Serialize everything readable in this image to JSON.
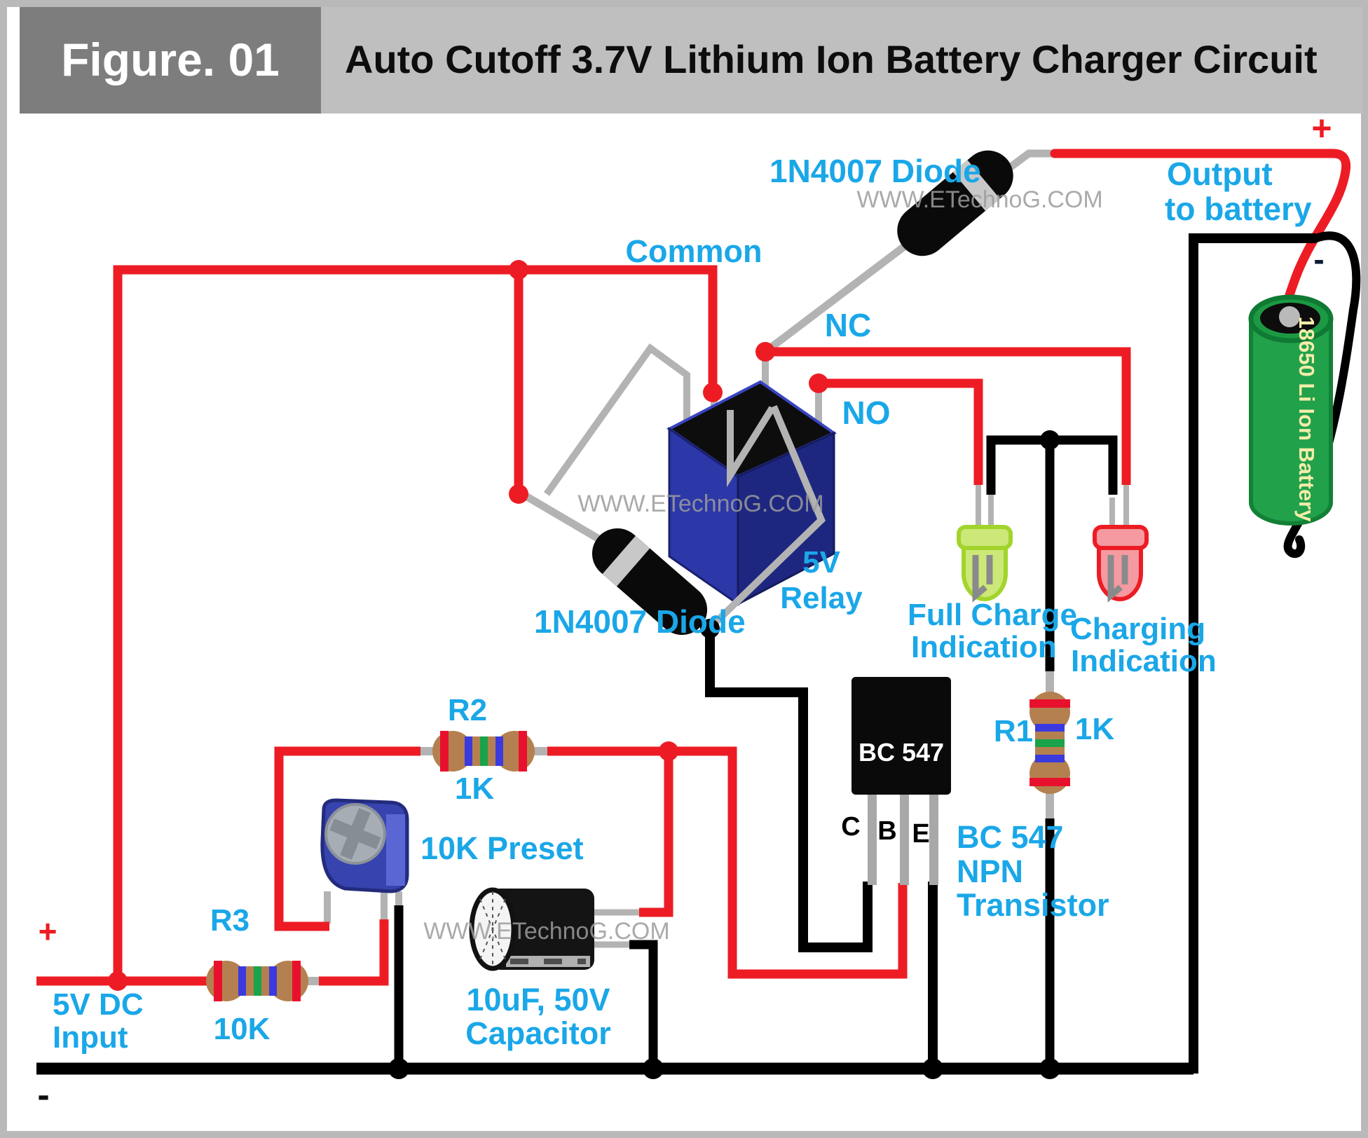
{
  "header": {
    "figure_label": "Figure. 01",
    "title": "Auto Cutoff 3.7V Lithium Ion Battery Charger Circuit"
  },
  "watermark": "WWW.ETechnoG.COM",
  "colors": {
    "accent_blue": "#1aa7e8",
    "wire_red": "#ed1c24",
    "wire_black": "#000000",
    "wire_gray": "#b3b3b3",
    "relay_blue": "#2c37a8",
    "battery_green": "#22a14b",
    "led_green": "#cbe878",
    "led_red": "#f59aa1",
    "resistor_body": "#b5804f",
    "header_dark": "#7d7d7d",
    "header_light": "#bfbfbf"
  },
  "components": {
    "diode_top": {
      "label": "1N4007 Diode"
    },
    "diode_flyback": {
      "label": "1N4007 Diode"
    },
    "relay": {
      "label_line1": "5V",
      "label_line2": "Relay",
      "pin_common": "Common",
      "pin_nc": "NC",
      "pin_no": "NO"
    },
    "output": {
      "line1": "Output",
      "line2": "to battery",
      "positive": "+"
    },
    "battery": {
      "label": "18650 Li Ion Battery",
      "negative": "-"
    },
    "led_green": {
      "line1": "Full Charge",
      "line2": "Indication"
    },
    "led_red": {
      "line1": "Charging",
      "line2": "Indication"
    },
    "r1": {
      "name": "R1",
      "value": "1K"
    },
    "r2": {
      "name": "R2",
      "value": "1K"
    },
    "r3": {
      "name": "R3",
      "value": "10K"
    },
    "preset": {
      "label": "10K Preset"
    },
    "capacitor": {
      "line1": "10uF, 50V",
      "line2": "Capacitor"
    },
    "transistor": {
      "marking": "BC 547",
      "pin_c": "C",
      "pin_b": "B",
      "pin_e": "E",
      "desc_line1": "BC 547",
      "desc_line2": "NPN",
      "desc_line3": "Transistor"
    },
    "input": {
      "positive": "+",
      "line1": "5V DC",
      "line2": "Input",
      "negative": "-"
    }
  }
}
